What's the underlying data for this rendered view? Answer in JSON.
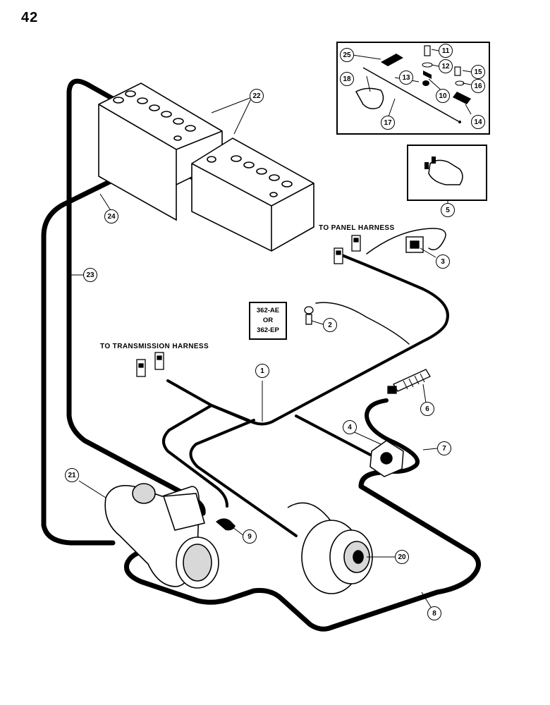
{
  "page": {
    "number": "42"
  },
  "labels": {
    "panel_harness": "TO PANEL HARNESS",
    "transmission_harness": "TO TRANSMISSION HARNESS",
    "variant_line1": "362-AE",
    "variant_line2": "OR",
    "variant_line3": "362-EP"
  },
  "callouts": {
    "c1": "1",
    "c2": "2",
    "c3": "3",
    "c4": "4",
    "c5": "5",
    "c6": "6",
    "c7": "7",
    "c8": "8",
    "c9": "9",
    "c10": "10",
    "c11": "11",
    "c12": "12",
    "c13": "13",
    "c14": "14",
    "c15": "15",
    "c16": "16",
    "c17": "17",
    "c18": "18",
    "c20": "20",
    "c21": "21",
    "c22": "22",
    "c23": "23",
    "c24": "24",
    "c25": "25"
  },
  "colors": {
    "ink": "#000000",
    "paper": "#ffffff",
    "shade": "#d8d8d8"
  }
}
